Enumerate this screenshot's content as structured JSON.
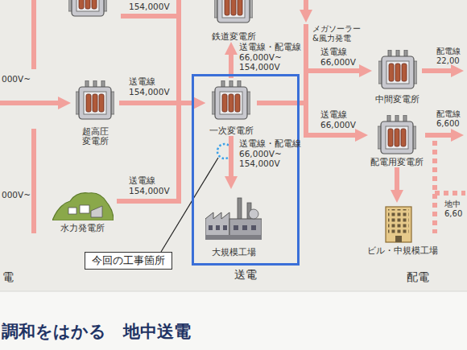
{
  "diagram": {
    "nodes": [
      {
        "text": [
          "鉄道変電所"
        ]
      },
      {
        "text": [
          "超高圧 変電所"
        ]
      },
      {
        "text": [
          "送電"
        ]
      },
      {
        "text": [
          "一次変電所"
        ],
        "in": 2
      },
      {
        "text": [
          "中間変電所"
        ]
      },
      {
        "text": [
          "配電用変電所"
        ]
      },
      {
        "text": [
          "水力発電所"
        ]
      },
      {
        "text": [
          "大規模工場"
        ],
        "in": 2
      },
      {
        "text": [
          "ビル・中規模工場"
        ]
      }
    ],
    "edges": [
      {
        "from": 1,
        "to": 3,
        "arrow": "to",
        "label": "送電線 154,000V"
      },
      {
        "from": 6,
        "to": 3,
        "arrow": "to",
        "label": "送電線 154,000V"
      },
      {
        "from": 3,
        "to": 0,
        "arrow": "to",
        "label": "送電線・配電線 66,000V~ 154,000V"
      },
      {
        "from": 3,
        "to": 4,
        "arrow": "to",
        "label": "送電線 66,000V"
      },
      {
        "from": 3,
        "to": 5,
        "arrow": "to",
        "label": "送電線 66,000V"
      },
      {
        "from": 3,
        "to": 7,
        "arrow": "to",
        "label": "送電線・配電線 66,000V~ 154,000V"
      },
      {
        "from": 5,
        "to": 8,
        "arrow": "to"
      }
    ],
    "labels": [
      "154,000V",
      "メガソーラー &風力発電",
      "000V~",
      "000V~",
      "配電線 22,00",
      "配電線 6,600",
      "地中 6,60",
      "今回の工事箇所",
      "電",
      "配電",
      "調和をはかる　地中送電"
    ]
  }
}
